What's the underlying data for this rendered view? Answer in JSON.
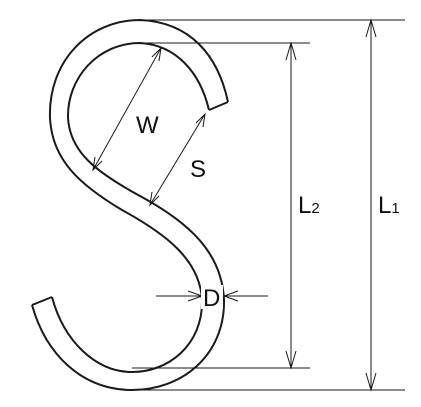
{
  "labels": {
    "w": "W",
    "s": "S",
    "d": "D",
    "l2_main": "L",
    "l2_sub": "2",
    "l1_main": "L",
    "l1_sub": "1"
  }
}
